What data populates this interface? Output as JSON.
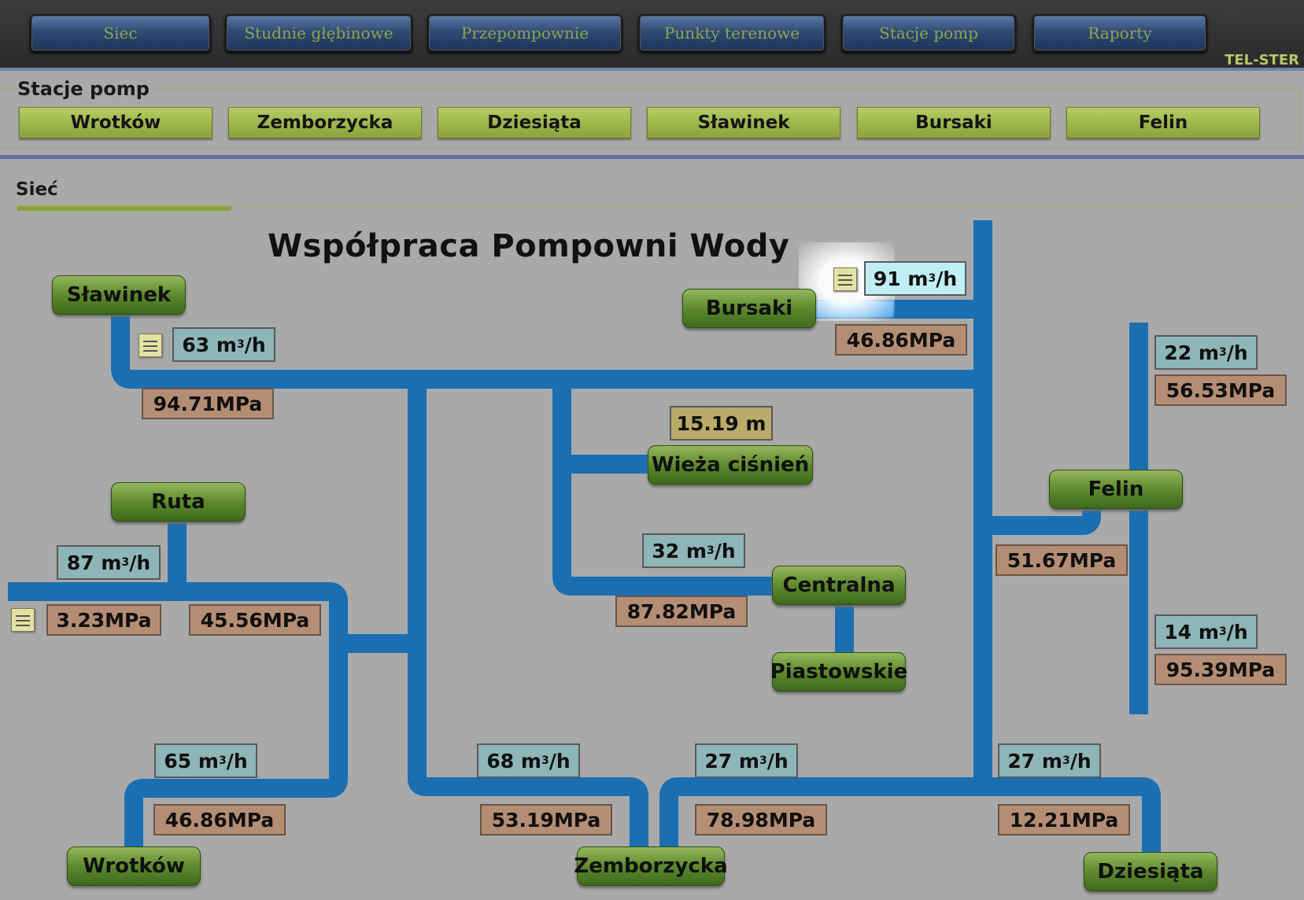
{
  "topnav": {
    "items": [
      {
        "label": "Siec"
      },
      {
        "label": "Studnie głębinowe"
      },
      {
        "label": "Przepompownie"
      },
      {
        "label": "Punkty terenowe"
      },
      {
        "label": "Stacje pomp"
      },
      {
        "label": "Raporty"
      }
    ],
    "brand": "TEL-STER"
  },
  "station_panel": {
    "title": "Stacje pomp",
    "buttons": [
      {
        "label": "Wrotków"
      },
      {
        "label": "Zemborzycka"
      },
      {
        "label": "Dziesiąta"
      },
      {
        "label": "Sławinek"
      },
      {
        "label": "Bursaki"
      },
      {
        "label": "Felin"
      }
    ]
  },
  "network": {
    "section_title": "Sieć",
    "diagram_title": "Współpraca Pompowni Wody",
    "flow_unit": "m",
    "flow_unit_suffix": "/h",
    "flow_unit_exp": "3",
    "nodes": {
      "slawinek": "Sławinek",
      "bursaki": "Bursaki",
      "wieza": "Wieża ciśnień",
      "ruta": "Ruta",
      "felin": "Felin",
      "centralna": "Centralna",
      "piastowskie": "Piastowskie",
      "wrotkow": "Wrotków",
      "zemborzycka": "Zemborzycka",
      "dziesiata": "Dziesiąta"
    },
    "flows": {
      "bursaki": "91",
      "slawinek": "63",
      "felin_top": "22",
      "ruta": "87",
      "centralna": "32",
      "felin_bottom": "14",
      "wrotkow": "65",
      "zemborzycka": "68",
      "mid_bottom": "27",
      "dziesiata": "27"
    },
    "pressures": {
      "bursaki": "46.86MPa",
      "slawinek": "94.71MPa",
      "felin_top": "56.53MPa",
      "felin_branch": "51.67MPa",
      "ruta_left": "3.23MPa",
      "ruta_right": "45.56MPa",
      "centralna": "87.82MPa",
      "felin_bottom": "95.39MPa",
      "wrotkow": "46.86MPa",
      "zemborzycka": "53.19MPa",
      "mid_bottom": "78.98MPa",
      "dziesiata": "12.21MPa"
    },
    "elevations": {
      "wieza": "15.19 m"
    },
    "colors": {
      "pipe": "#1a6fb3",
      "pipe_highlight": "#3aa0ee",
      "node": "#5f8a2e",
      "flow_box": "#8eb5b8",
      "pressure_box": "#b48e74",
      "elevation_box": "#b9ac6a"
    }
  }
}
